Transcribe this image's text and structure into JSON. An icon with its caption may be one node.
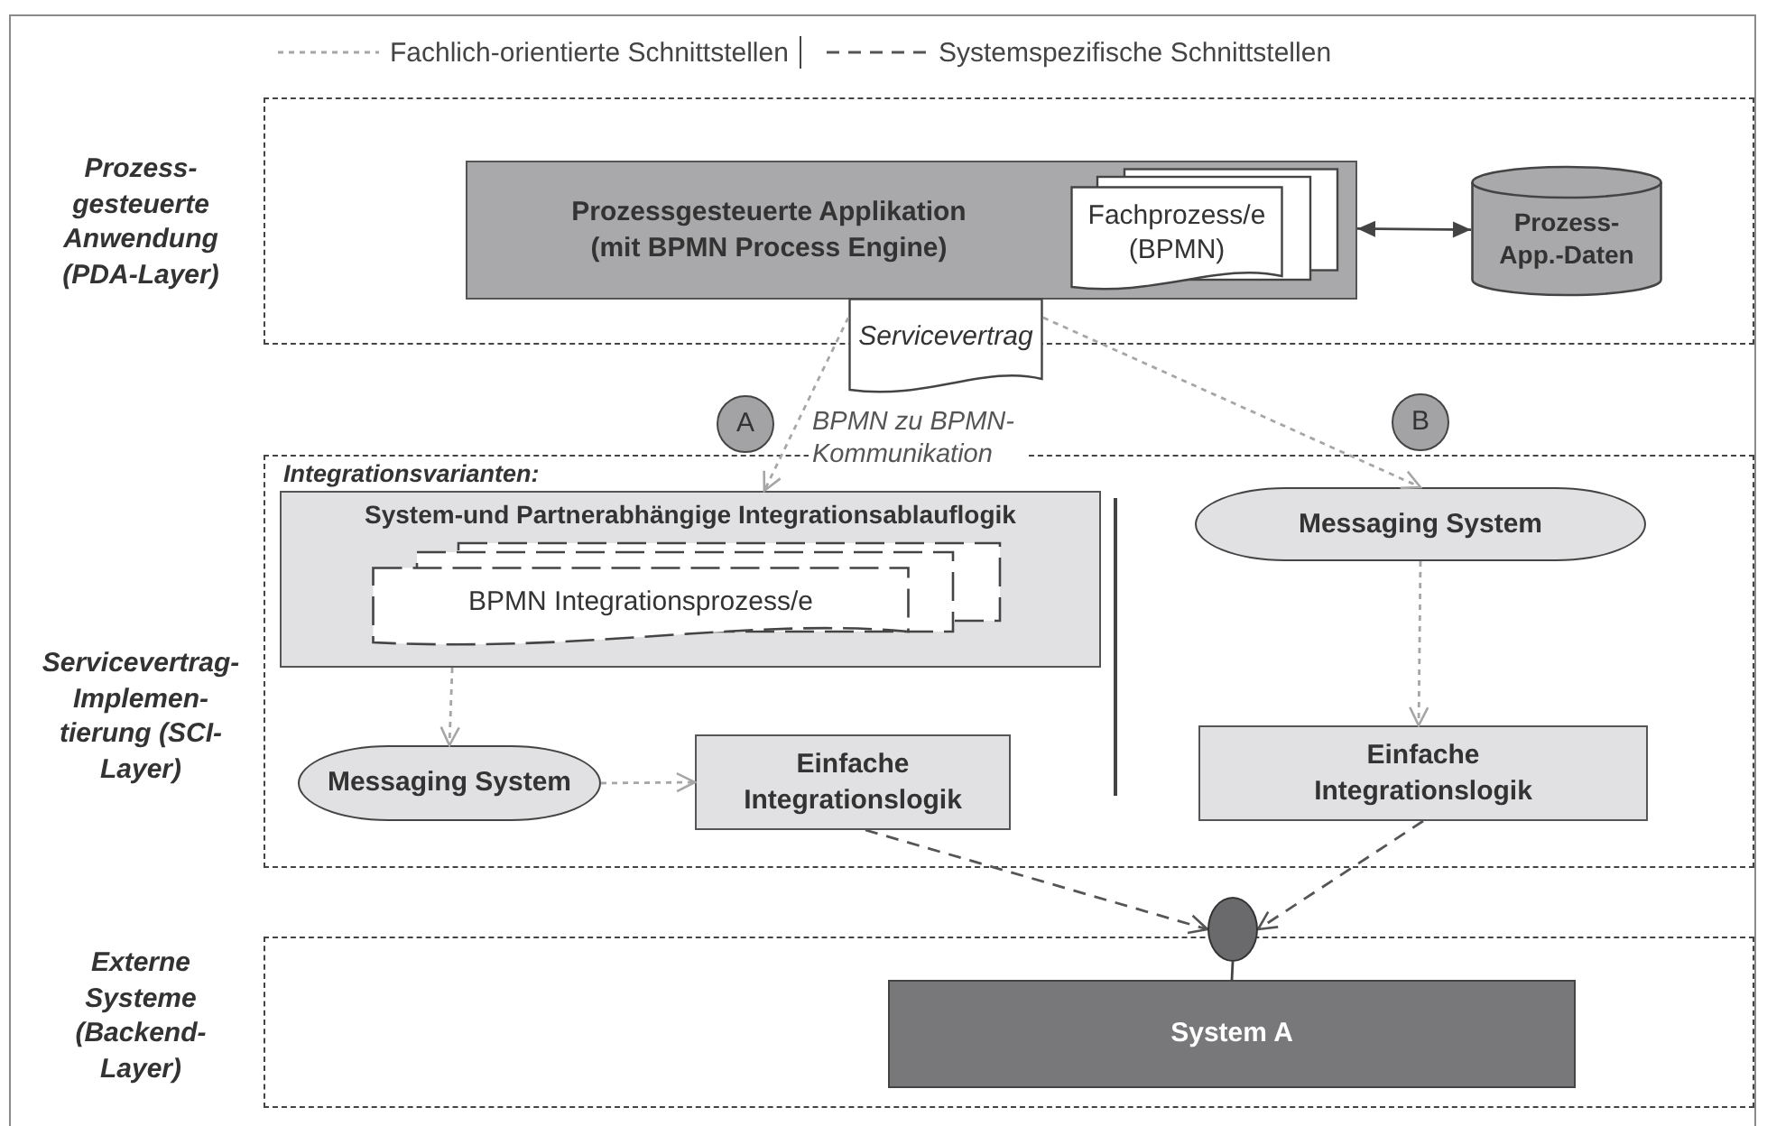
{
  "diagram": {
    "nodes": [
      {
        "text": [
          "Prozess- gesteuerte Anwendung (PDA-Layer)"
        ]
      },
      {
        "text": [
          "Prozessgesteuerte Applikation (mit BPMN Process Engine)"
        ],
        "in": 0
      },
      {
        "text": [
          "Fachprozess/e (BPMN)"
        ],
        "in": 1
      },
      {
        "text": [
          "Prozess- App.-Daten"
        ],
        "in": 0
      },
      {
        "text": [
          "Servicevertrag"
        ]
      },
      {
        "text": [
          "A"
        ]
      },
      {
        "text": [
          "B"
        ]
      },
      {
        "text": [
          "Servicevertrag- Implemen- tierung (SCI-Layer)"
        ]
      },
      {
        "text": [
          "System-und Partnerabhängige Integrationsablauflogik"
        ],
        "in": 7
      },
      {
        "text": [
          "BPMN Integrationsprozess/e"
        ],
        "in": 8
      },
      {
        "text": [
          "Messaging System"
        ],
        "in": 7
      },
      {
        "text": [
          "Einfache Integrationslogik"
        ],
        "in": 7
      },
      {
        "text": [
          "Messaging System"
        ],
        "in": 7
      },
      {
        "text": [
          "Einfache Integrationslogik"
        ],
        "in": 7
      },
      {
        "text": [
          "Externe Systeme (Backend- Layer)"
        ]
      },
      {
        "text": [],
        "shape": "circle"
      },
      {
        "text": [
          "System A"
        ],
        "in": 14
      }
    ],
    "edges": [
      {
        "from": 1,
        "to": 3,
        "arrow": "both",
        "color": "#444444"
      },
      {
        "from": 4,
        "to": 8,
        "arrow": "to",
        "style": "dashed",
        "label": "BPMN zu BPMN- Kommunikation"
      },
      {
        "from": 4,
        "to": 12,
        "arrow": "to",
        "style": "dashed"
      },
      {
        "from": 8,
        "to": 10,
        "arrow": "to",
        "style": "dashed"
      },
      {
        "from": 10,
        "to": 11,
        "arrow": "to",
        "style": "dashed"
      },
      {
        "from": 12,
        "to": 13,
        "arrow": "to",
        "style": "dashed"
      },
      {
        "from": 11,
        "to": 15,
        "arrow": "to",
        "style": "dashed",
        "color": "#555555"
      },
      {
        "from": 13,
        "to": 15,
        "arrow": "to",
        "style": "dashed",
        "color": "#555555"
      },
      {
        "from": 15,
        "to": 16,
        "arrow": "none",
        "color": "#444444"
      }
    ],
    "labels": [
      "Integrationsvarianten:"
    ],
    "legend": [
      {
        "text": "Fachlich-orientierte Schnittstellen"
      },
      {
        "text": "Systemspezifische Schnittstellen"
      }
    ]
  }
}
